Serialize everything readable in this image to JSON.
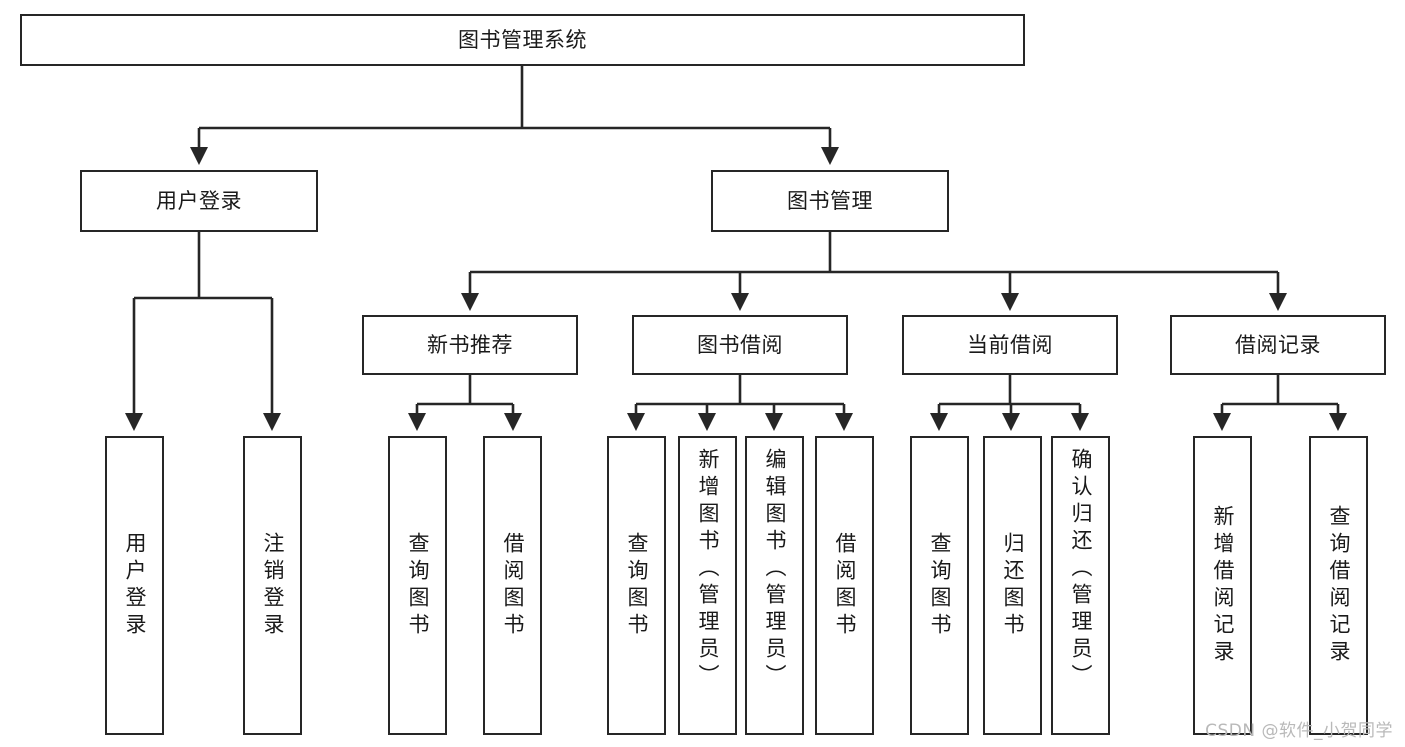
{
  "diagram": {
    "type": "tree",
    "title": "图书管理系统",
    "colors": {
      "box_stroke": "#262626",
      "box_fill": "#ffffff",
      "edge": "#262626",
      "text": "#1a1a1a",
      "watermark": "#b9b9b9",
      "background": "#ffffff"
    },
    "root": {
      "id": "root",
      "label": "图书管理系统"
    },
    "level2": [
      {
        "id": "user-login",
        "label": "用户登录"
      },
      {
        "id": "book-management",
        "label": "图书管理"
      }
    ],
    "level3": [
      {
        "id": "new-book-recommend",
        "label": "新书推荐"
      },
      {
        "id": "book-borrow",
        "label": "图书借阅"
      },
      {
        "id": "current-borrow",
        "label": "当前借阅"
      },
      {
        "id": "borrow-record",
        "label": "借阅记录"
      }
    ],
    "leaves": [
      {
        "id": "leaf-user-login",
        "label": "用户登录",
        "parent": "user-login"
      },
      {
        "id": "leaf-logout-login",
        "label": "注销登录",
        "parent": "user-login"
      },
      {
        "id": "leaf-query-book-1",
        "label": "查询图书",
        "parent": "new-book-recommend"
      },
      {
        "id": "leaf-borrow-book-1",
        "label": "借阅图书",
        "parent": "new-book-recommend"
      },
      {
        "id": "leaf-query-book-2",
        "label": "查询图书",
        "parent": "book-borrow"
      },
      {
        "id": "leaf-add-book",
        "label": "新增图书（管理员）",
        "parent": "book-borrow"
      },
      {
        "id": "leaf-edit-book",
        "label": "编辑图书（管理员）",
        "parent": "book-borrow"
      },
      {
        "id": "leaf-borrow-book-2",
        "label": "借阅图书",
        "parent": "book-borrow"
      },
      {
        "id": "leaf-query-book-3",
        "label": "查询图书",
        "parent": "current-borrow"
      },
      {
        "id": "leaf-return-book",
        "label": "归还图书",
        "parent": "current-borrow"
      },
      {
        "id": "leaf-confirm-return",
        "label": "确认归还（管理员）",
        "parent": "current-borrow"
      },
      {
        "id": "leaf-add-record",
        "label": "新增借阅记录",
        "parent": "borrow-record"
      },
      {
        "id": "leaf-query-record",
        "label": "查询借阅记录",
        "parent": "borrow-record"
      }
    ],
    "watermark": "CSDN @软件_小贺同学"
  }
}
